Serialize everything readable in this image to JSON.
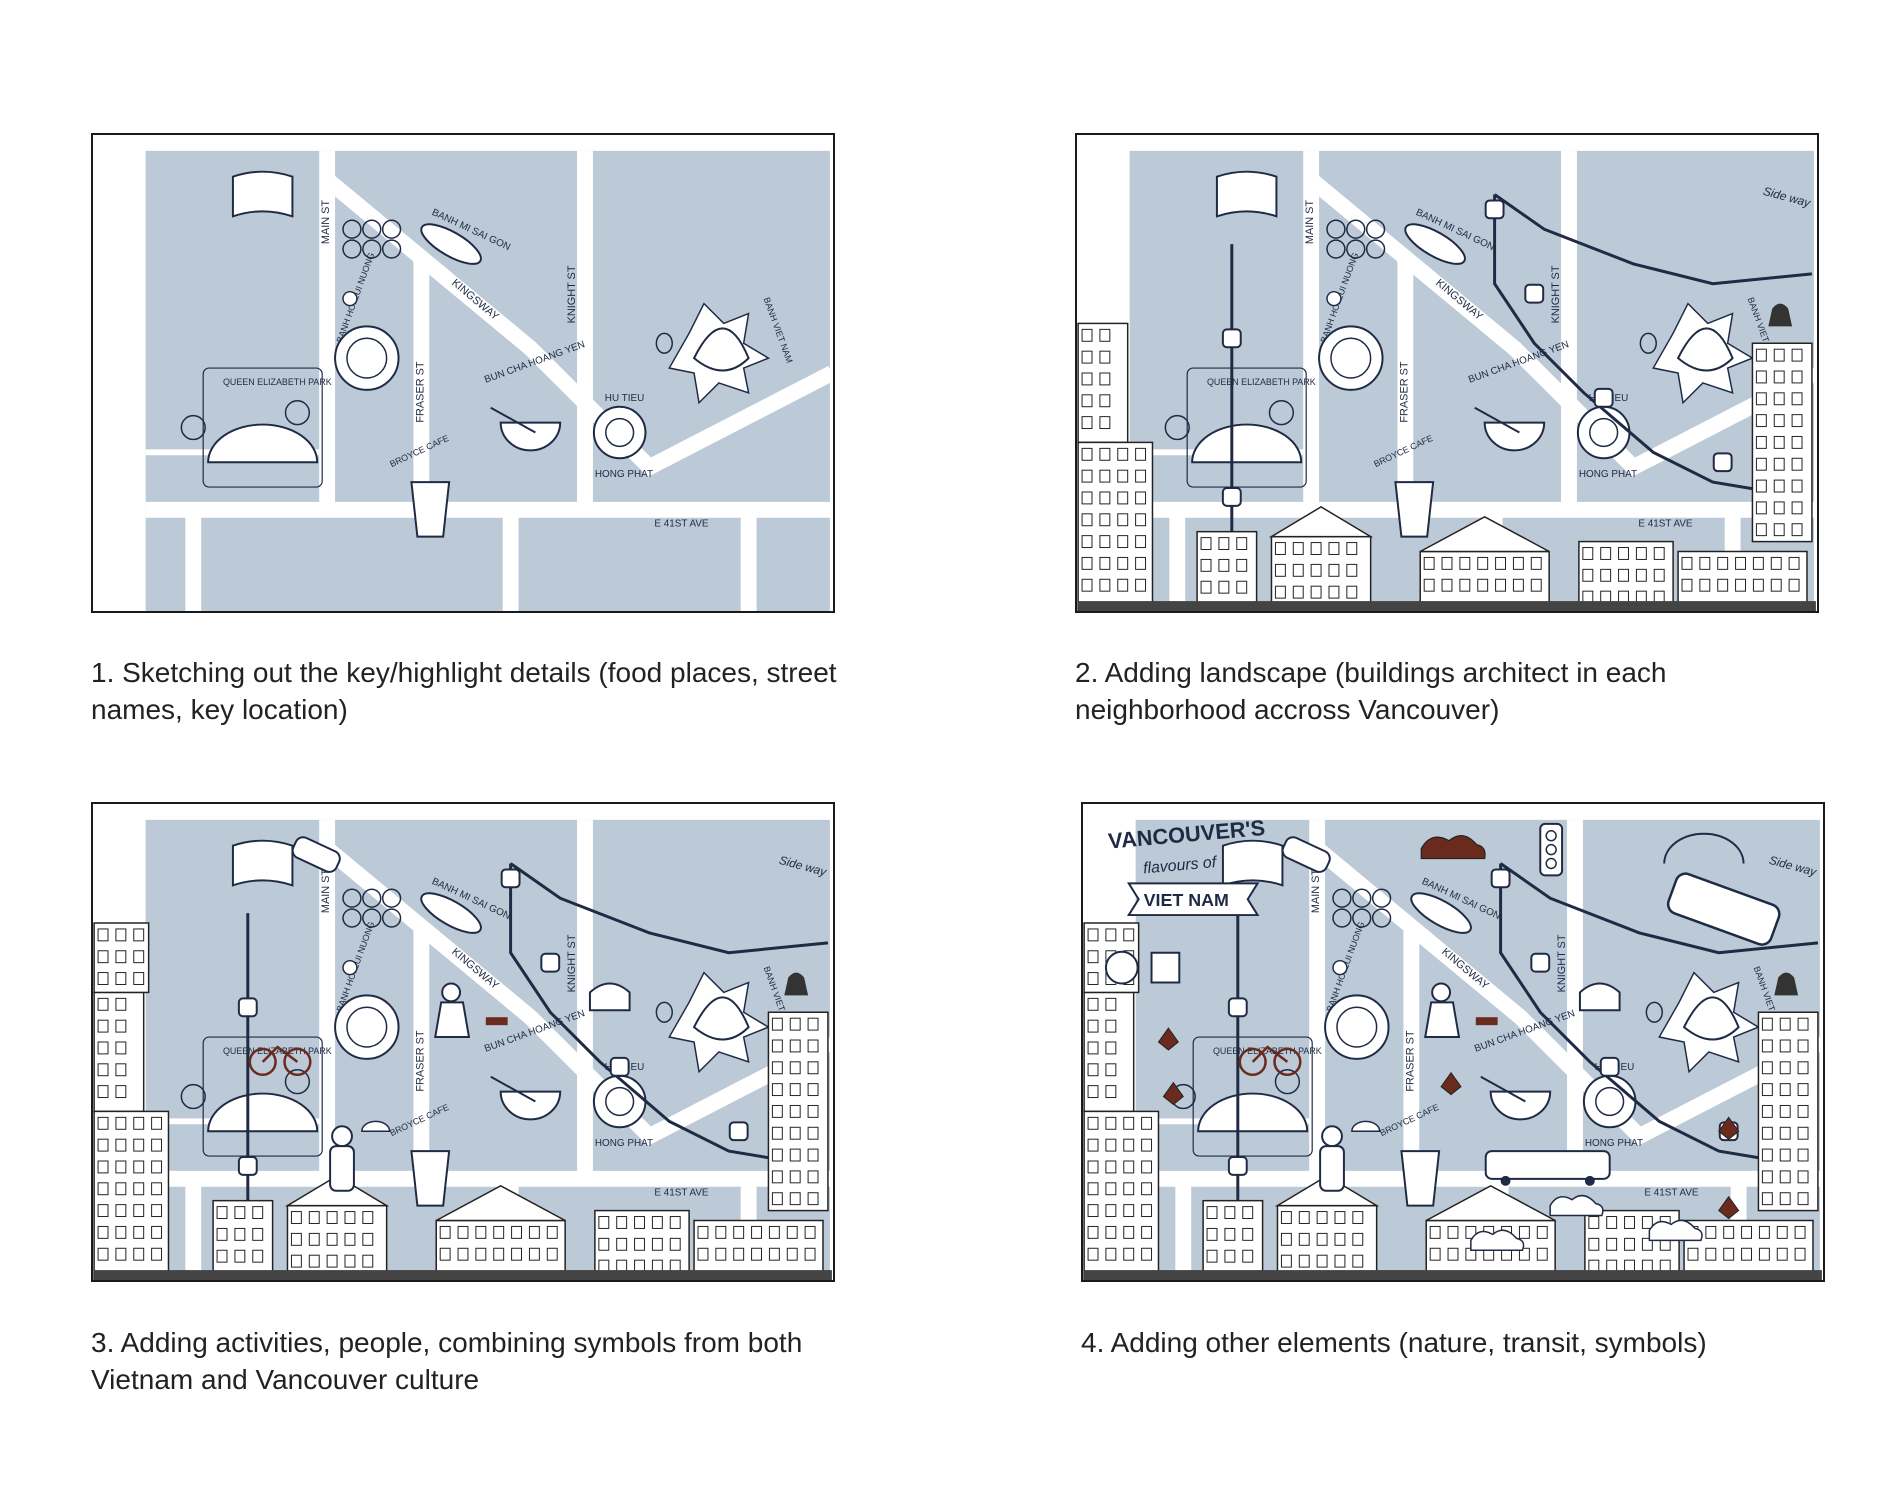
{
  "colors": {
    "map_fill": "#bcc9d6",
    "street": "#ffffff",
    "ink": "#1f2a44",
    "accent_brown": "#6b2a1e",
    "frame": "#1a1a1a"
  },
  "map_labels": {
    "main_st": "MAIN ST",
    "kingsway": "KINGSWAY",
    "knight_st": "KNIGHT ST",
    "fraser_st": "FRASER ST",
    "e41st": "E 41ST AVE",
    "banh_mi": "BANH MI SAI GON",
    "banh_hoi": "BANH HOI LUI NUONG",
    "bun_cha": "BUN CHA HOANG YEN",
    "hu_tieu": "HU TIEU",
    "hong_phat": "HONG PHAT",
    "queen_elizabeth_park": "QUEEN ELIZABETH PARK",
    "broyce_cafe": "BROYCE CAFE",
    "banh_viet_nam": "BANH VIET NAM",
    "sideway": "Side way"
  },
  "title_art": {
    "line1": "VANCOUVER'S",
    "line2": "flavours of",
    "line3": "VIET NAM"
  },
  "panels": [
    {
      "caption": "1. Sketching out the key/highlight details (food places, street names, key location)"
    },
    {
      "caption": "2. Adding landscape (buildings architect in each neighborhood accross Vancouver)"
    },
    {
      "caption": "3. Adding activities, people, combining symbols from both Vietnam and Vancouver culture"
    },
    {
      "caption": "4. Adding other elements (nature, transit, symbols)"
    }
  ]
}
